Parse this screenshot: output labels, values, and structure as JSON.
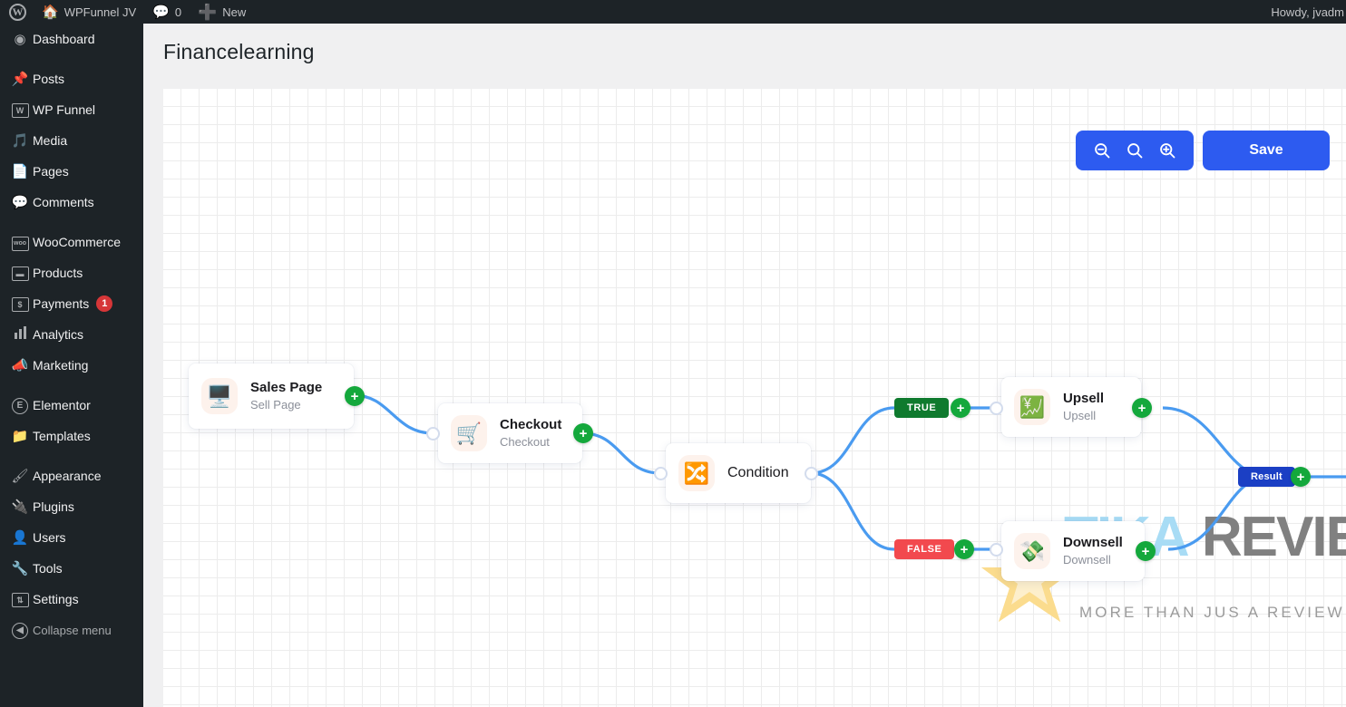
{
  "adminbar": {
    "wp_logo_icon": "wordpress-icon",
    "site_home_icon": "house-icon",
    "site_name": "WPFunnel JV",
    "comments_icon": "comment-bubble-icon",
    "comments_count": "0",
    "new_icon": "plus-icon",
    "new_label": "New",
    "howdy": "Howdy, jvadm"
  },
  "sidebar": {
    "items": [
      {
        "label": "Dashboard",
        "icon": "dashboard-gauge-icon",
        "type": "glyph",
        "glyph": "◉"
      },
      {
        "label": "Posts",
        "icon": "pushpin-icon",
        "type": "glyph",
        "glyph": "📌"
      },
      {
        "label": "WP Funnel",
        "icon": "wpfunnel-icon",
        "type": "square",
        "glyph": "W"
      },
      {
        "label": "Media",
        "icon": "media-icon",
        "type": "glyph",
        "glyph": "🎵"
      },
      {
        "label": "Pages",
        "icon": "pages-icon",
        "type": "glyph",
        "glyph": "📄"
      },
      {
        "label": "Comments",
        "icon": "comment-bubble-icon",
        "type": "glyph",
        "glyph": "💬"
      },
      {
        "label": "WooCommerce",
        "icon": "woocommerce-icon",
        "type": "square",
        "glyph": "woo"
      },
      {
        "label": "Products",
        "icon": "products-icon",
        "type": "square",
        "glyph": "▬"
      },
      {
        "label": "Payments",
        "icon": "payments-icon",
        "type": "square",
        "glyph": "$",
        "badge": "1"
      },
      {
        "label": "Analytics",
        "icon": "analytics-bars-icon",
        "type": "bars"
      },
      {
        "label": "Marketing",
        "icon": "megaphone-icon",
        "type": "glyph",
        "glyph": "📣"
      },
      {
        "label": "Elementor",
        "icon": "elementor-icon",
        "type": "circle",
        "glyph": "E"
      },
      {
        "label": "Templates",
        "icon": "folder-icon",
        "type": "glyph",
        "glyph": "📁"
      },
      {
        "label": "Appearance",
        "icon": "paintbrush-icon",
        "type": "glyph",
        "glyph": "🖌"
      },
      {
        "label": "Plugins",
        "icon": "plug-icon",
        "type": "glyph",
        "glyph": "🔌"
      },
      {
        "label": "Users",
        "icon": "user-icon",
        "type": "glyph",
        "glyph": "👤"
      },
      {
        "label": "Tools",
        "icon": "wrench-icon",
        "type": "glyph",
        "glyph": "🔧"
      },
      {
        "label": "Settings",
        "icon": "sliders-icon",
        "type": "square",
        "glyph": "⇅"
      },
      {
        "label": "Collapse menu",
        "icon": "collapse-arrow-icon",
        "type": "circle",
        "glyph": "◀"
      }
    ]
  },
  "page": {
    "title": "Financelearning"
  },
  "toolbar": {
    "zoom_out_icon": "zoom-out-icon",
    "zoom_reset_icon": "zoom-reset-icon",
    "zoom_in_icon": "zoom-in-icon",
    "save_label": "Save"
  },
  "canvas": {
    "nodes": [
      {
        "id": "sales-page",
        "title": "Sales Page",
        "subtitle": "Sell Page",
        "icon": "desktop-monitor-icon",
        "emoji": "🖥️"
      },
      {
        "id": "checkout",
        "title": "Checkout",
        "subtitle": "Checkout",
        "icon": "shopping-cart-icon",
        "emoji": "🛒"
      },
      {
        "id": "condition",
        "title": "Condition",
        "subtitle": "",
        "icon": "branching-arrows-icon",
        "emoji": "🔀"
      },
      {
        "id": "upsell",
        "title": "Upsell",
        "subtitle": "Upsell",
        "icon": "money-up-icon",
        "emoji": "💹"
      },
      {
        "id": "downsell",
        "title": "Downsell",
        "subtitle": "Downsell",
        "icon": "money-down-icon",
        "emoji": "💸"
      }
    ],
    "branches": {
      "true_label": "TRUE",
      "false_label": "FALSE",
      "result_label": "Result"
    },
    "add_node_glyph": "+",
    "colors": {
      "accent": "#2d5bf0",
      "edge": "#4a9bf0",
      "plus": "#14a83c",
      "true": "#0f7a2e",
      "false": "#f2494e",
      "result": "#1b3fc4"
    }
  },
  "watermark": {
    "star_icon": "star-icon",
    "brand_part1": "TIKA",
    "brand_part2": "REVIEW",
    "tagline": "MORE THAN JUS A REVIEW"
  }
}
